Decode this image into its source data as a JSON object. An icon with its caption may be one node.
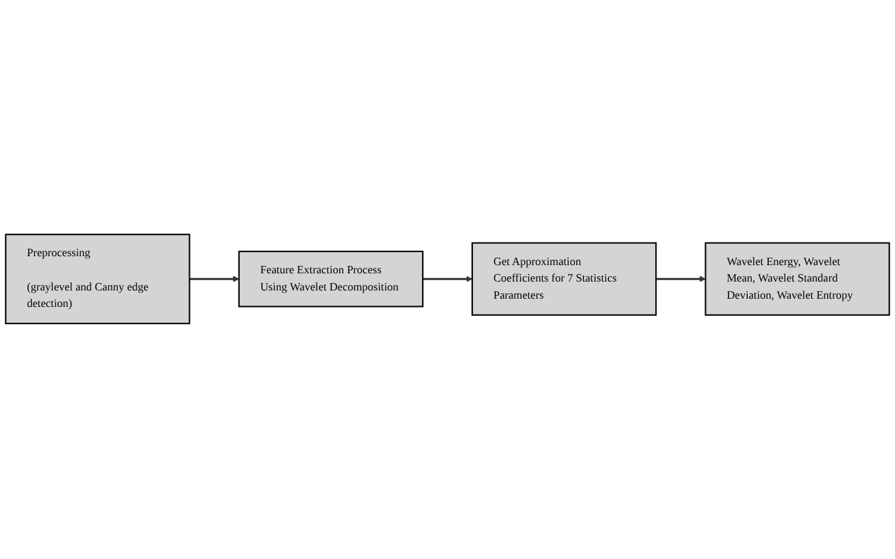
{
  "diagram": {
    "nodes": [
      {
        "text": [
          "Preprocessing",
          "(graylevel and Canny edge detection)"
        ]
      },
      {
        "text": [
          "Feature Extraction Process Using Wavelet Decomposition"
        ]
      },
      {
        "text": [
          "Get Approximation Coefficients for 7 Statistics Parameters"
        ]
      },
      {
        "text": [
          "Wavelet Energy, Wavelet Mean, Wavelet Standard Deviation, Wavelet Entropy"
        ]
      }
    ],
    "edges": [
      {
        "from": 0,
        "to": 1,
        "arrow": "to"
      },
      {
        "from": 1,
        "to": 2,
        "arrow": "to"
      },
      {
        "from": 2,
        "to": 3,
        "arrow": "to"
      }
    ]
  }
}
